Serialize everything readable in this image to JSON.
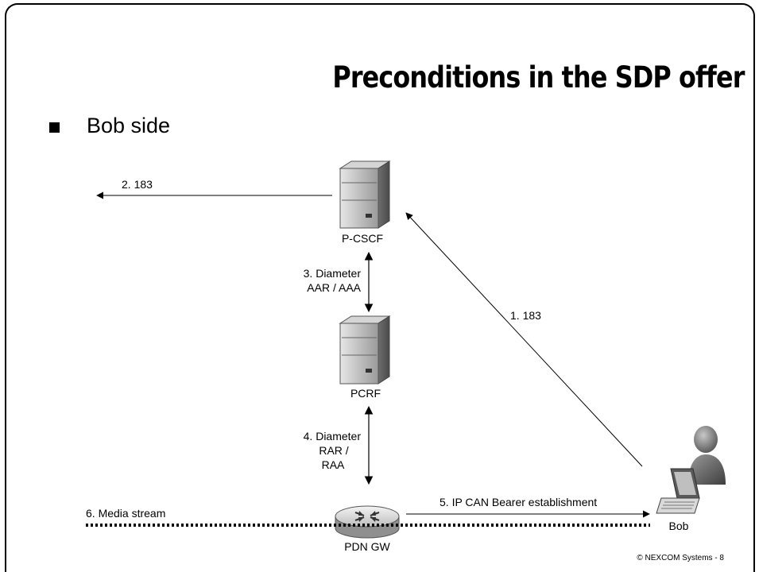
{
  "title": "Preconditions in the SDP offer",
  "bullet": "Bob side",
  "nodes": {
    "pcscf": "P-CSCF",
    "pcrf": "PCRF",
    "pdngw": "PDN GW",
    "bob": "Bob"
  },
  "messages": {
    "m1": "1. 183",
    "m2": "2. 183",
    "m3_line1": "3. Diameter",
    "m3_line2": "AAR / AAA",
    "m4_line1": "4. Diameter",
    "m4_line2": "RAR /",
    "m4_line3": "RAA",
    "m5": "5. IP CAN Bearer establishment",
    "m6": "6. Media stream"
  },
  "footer": "© NEXCOM Systems - 8"
}
